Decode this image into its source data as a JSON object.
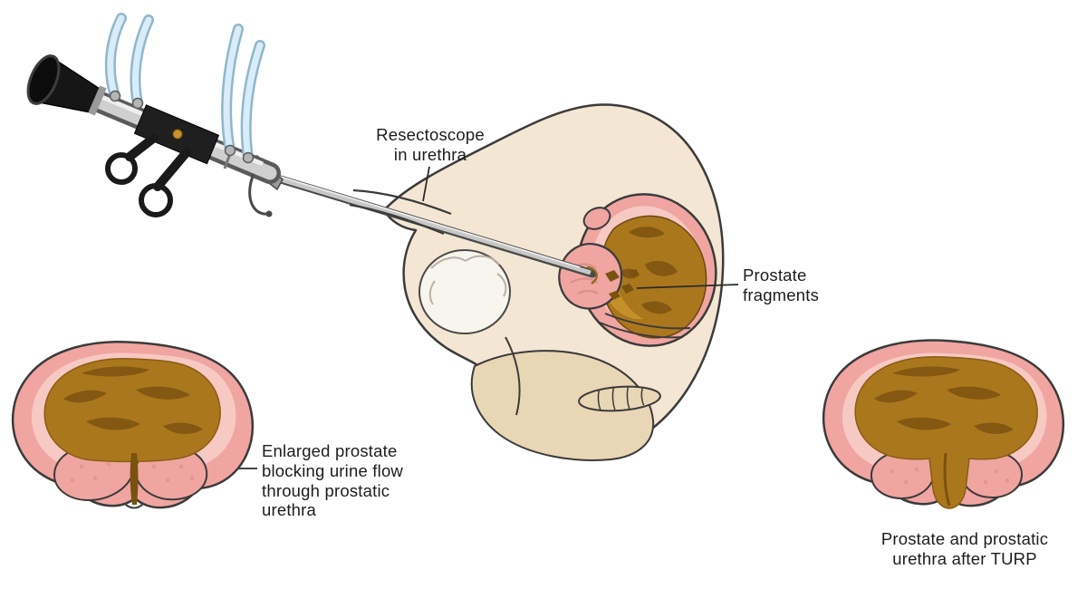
{
  "illustration": {
    "labels": {
      "resectoscope": {
        "lines": [
          "Resectoscope",
          "in urethra"
        ]
      },
      "prostate_fragments": {
        "lines": [
          "Prostate",
          "fragments"
        ]
      },
      "enlarged_prostate": {
        "lines": [
          "Enlarged prostate",
          "blocking urine flow",
          "through prostatic",
          "urethra"
        ]
      },
      "after_turp": {
        "lines": [
          "Prostate and prostatic",
          "urethra after TURP"
        ]
      }
    },
    "colors": {
      "background": "#ffffff",
      "body_skin": "#f3e7d3",
      "body_skin_shadow": "#e9d6b4",
      "outline": "#3b3b3b",
      "prostate_pink": "#f0a5a1",
      "prostate_pink_light": "#f7c9c3",
      "cavity_brown": "#ab771d",
      "cavity_brown_dark": "#7a5210",
      "cavity_amber": "#c8922c",
      "bone_white": "#f8f5ee",
      "instrument_metal": "#c7c7c7",
      "instrument_black": "#1c1c1c",
      "tube_blue": "#d8edf9",
      "tube_blue_edge": "#8fb7cc",
      "label_text": "#1c1c1c"
    }
  }
}
